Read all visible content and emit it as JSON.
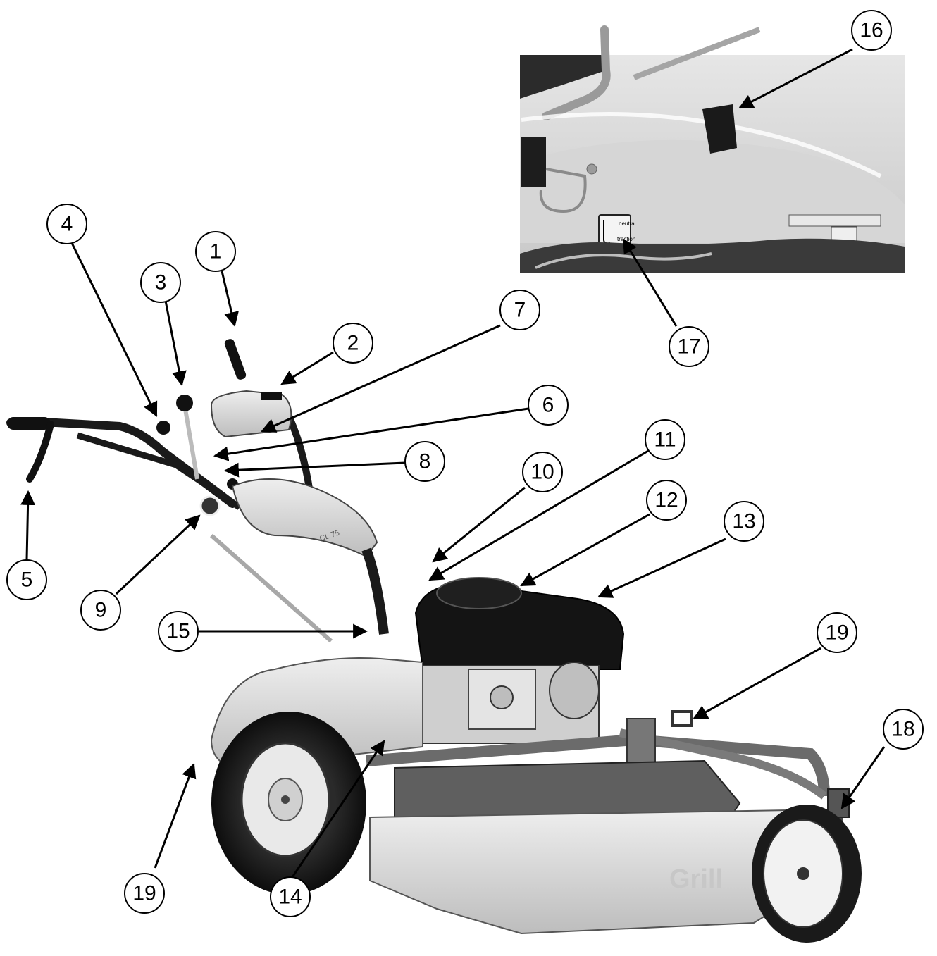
{
  "figure": {
    "inset_labels": {
      "neutral": "neutral",
      "traction": "traction"
    },
    "brand_mark": "Grill",
    "model_mark": "CL 75"
  },
  "callouts": [
    {
      "id": "c1",
      "label": "1"
    },
    {
      "id": "c2",
      "label": "2"
    },
    {
      "id": "c3",
      "label": "3"
    },
    {
      "id": "c4",
      "label": "4"
    },
    {
      "id": "c5",
      "label": "5"
    },
    {
      "id": "c6",
      "label": "6"
    },
    {
      "id": "c7",
      "label": "7"
    },
    {
      "id": "c8",
      "label": "8"
    },
    {
      "id": "c9",
      "label": "9"
    },
    {
      "id": "c10",
      "label": "10"
    },
    {
      "id": "c11",
      "label": "11"
    },
    {
      "id": "c12",
      "label": "12"
    },
    {
      "id": "c13",
      "label": "13"
    },
    {
      "id": "c14",
      "label": "14"
    },
    {
      "id": "c15",
      "label": "15"
    },
    {
      "id": "c16",
      "label": "16"
    },
    {
      "id": "c17",
      "label": "17"
    },
    {
      "id": "c18",
      "label": "18"
    },
    {
      "id": "c19a",
      "label": "19"
    },
    {
      "id": "c19b",
      "label": "19"
    }
  ]
}
